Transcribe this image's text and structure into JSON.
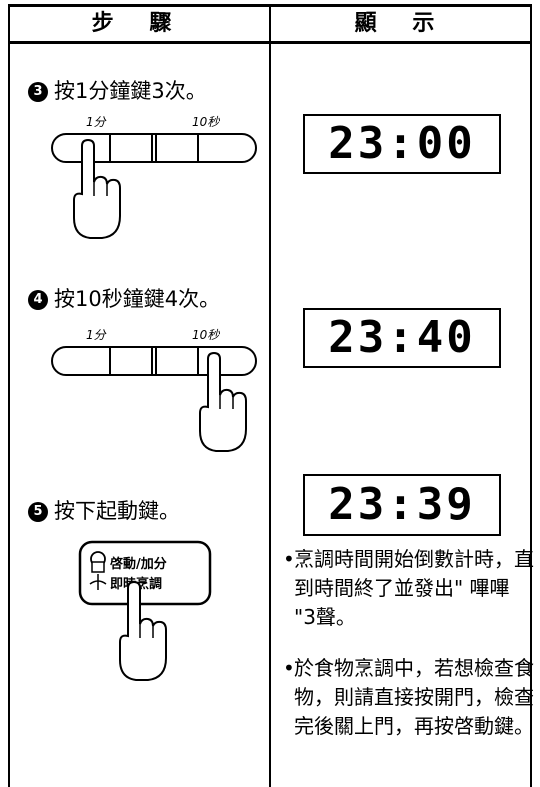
{
  "header": {
    "steps": "步 驟",
    "display": "顯 示"
  },
  "steps": [
    {
      "num": "3",
      "text": "按1分鐘鍵3次。"
    },
    {
      "num": "4",
      "text": "按10秒鐘鍵4次。"
    },
    {
      "num": "5",
      "text": "按下起動鍵。"
    }
  ],
  "keypad": {
    "min_label": "1分",
    "sec_label": "10秒"
  },
  "start_button": {
    "line1": "啓動/加分",
    "line2": "即時烹調"
  },
  "display": [
    "23:00",
    "23:40",
    "23:39"
  ],
  "notes": [
    "烹調時間開始倒數計時，直到時間終了並發出\" 嗶嗶 \"3聲。",
    "於食物烹調中，若想檢查食物，則請直接按開門，檢查完後關上門，再按啓動鍵。"
  ]
}
